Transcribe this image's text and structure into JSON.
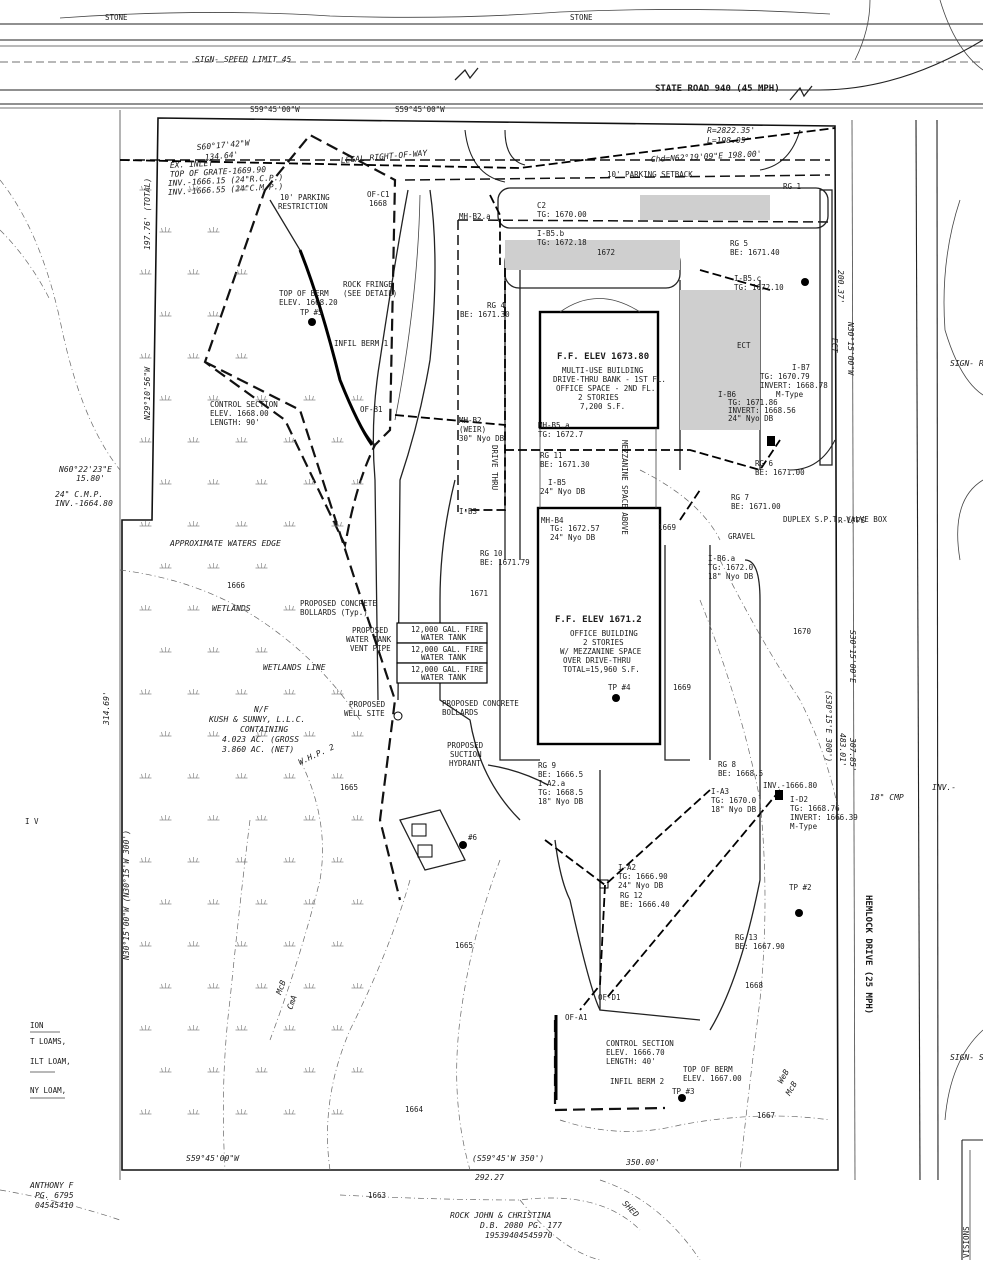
{
  "roads": {
    "state_road": "STATE ROAD 940 (45 MPH)",
    "hemlock": "HEMLOCK DRIVE (25 MPH)",
    "stone_left": "STONE",
    "stone_right": "STONE",
    "sign_speed": "SIGN- SPEED LIMIT 45",
    "sign_right_top": "SIGN- ROAD PARK",
    "sign_right_bottom": "SIGN- SPEEL"
  },
  "frontage": {
    "bearing_top": "S59°45'00\"W",
    "curve_r": "R=2822.35'",
    "curve_l": "L=198.05'",
    "chord": "Chd=N62°19'09\"E 198.00'",
    "setback": "10' PARKING SETBACK",
    "row": "LEGAL RIGHT-OF-WAY",
    "dist_134": "134.64'",
    "bearing_s60": "S60°17'42\"W",
    "ex_inlet": "EX. INLET",
    "top_grate": "TOP OF GRATE-1669.90",
    "inv1": "INV.-1666.15 (24\"R.C.P.)",
    "inv2": "INV.-1666.55 (24\"C.M.P.)",
    "parking_restriction": "10' PARKING RESTRICTION"
  },
  "left_boundary": {
    "total": "197.76' (TOTAL)",
    "n29": "N29°10'56\"W",
    "n60": "N60°22'23\"E",
    "d1580": "15.80'",
    "cmp": "24\" C.M.P.",
    "inv_cmp": "INV.-1664.80",
    "d314": "314.69'",
    "n30": "N30°15'00\"W (N30°15'W 300')",
    "water_edge": "APPROXIMATE WATERS EDGE",
    "wetlands": "WETLANDS",
    "wetlands_line": "WETLANDS LINE"
  },
  "berms": {
    "top1": "TOP OF BERM",
    "top1_elev": "ELEV. 1668.20",
    "tp5": "TP #5",
    "berm1": "INFIL BERM 1",
    "rock_fringe": "ROCK FRINGE",
    "see_detail": "(SEE DETAIL)",
    "cs1": "CONTROL SECTION",
    "cs1_elev": "ELEV. 1668.00",
    "cs1_len": "LENGTH: 90'",
    "cs2": "CONTROL SECTION",
    "cs2_elev": "ELEV. 1666.70",
    "cs2_len": "LENGTH: 40'",
    "berm2": "INFIL BERM 2",
    "top2": "TOP OF BERM",
    "top2_elev": "ELEV. 1667.00",
    "tp3": "TP #3",
    "tp2": "TP #2",
    "tp4": "TP #4",
    "tp6": "#6",
    "of_c1": "OF-C1",
    "of_d1": "OF-D1",
    "of_a1": "OF-A1",
    "of_b1": "OF-B1"
  },
  "building1": {
    "ffe": "F.F. ELEV 1673.80",
    "l1": "MULTI-USE BUILDING",
    "l2": "DRIVE-THRU BANK - 1ST FL.",
    "l3": "OFFICE SPACE - 2ND FL.",
    "l4": "2 STORIES",
    "l5": "7,200 S.F."
  },
  "building2": {
    "ffe": "F.F. ELEV 1671.2",
    "l1": "OFFICE BUILDING",
    "l2": "2 STORIES",
    "l3": "W/ MEZZANINE SPACE",
    "l4": "OVER DRIVE-THRU",
    "l5": "TOTAL=15,960 S.F."
  },
  "tanks": {
    "t1a": "12,000 GAL. FIRE",
    "t1b": "WATER TANK",
    "t2a": "12,000 GAL. FIRE",
    "t2b": "WATER TANK",
    "t3a": "12,000 GAL. FIRE",
    "t3b": "WATER TANK",
    "bollards1": "PROPOSED CONCRETE BOLLARDS (Typ.)",
    "vent1": "PROPOSED",
    "vent2": "WATER TANK",
    "vent3": "VENT PIPE",
    "bollards2": "PROPOSED CONCRETE BOLLARDS",
    "well1": "PROPOSED",
    "well2": "WELL SITE",
    "hydrant1": "PROPOSED",
    "hydrant2": "SUCTION",
    "hydrant3": "HYDRANT"
  },
  "owner": {
    "nf": "N/F",
    "name": "KUSH & SUNNY, L.L.C.",
    "containing": "CONTAINING",
    "gross": "4.023 AC. (GROSS",
    "net": "3.860 AC. (NET)",
    "whp": "W.H.P. 2"
  },
  "structures": {
    "c2": "C2",
    "c2tg": "TG: 1670.00",
    "mhb2a": "MH-B2.a",
    "b5b": "I-B5.b",
    "b5btg": "TG: 1672.18",
    "rg4": "RG 4",
    "rg4be": "BE: 1671.30",
    "rg5": "RG 5",
    "rg5be": "BE: 1671.40",
    "b5c": "I-B5.c",
    "b5ctg": "TG: 1672.10",
    "rg1": "RG 1",
    "ect": "ECT",
    "b7": "I-B7",
    "b7tg": "TG: 1670.79",
    "b7inv": "INVERT: 1668.78",
    "b7type": "M-Type",
    "b6": "I-B6",
    "b6tg": "TG: 1671.86",
    "b6inv": "INVERT: 1668.56",
    "b6db": "24\" Nyo DB",
    "mhb2": "MH-B2",
    "weir": "(WEIR)",
    "weirdb": "30\" Nyo DB",
    "mhb5a": "MH-B5.a",
    "mhb5atg": "TG: 1672.7",
    "rg11": "RG 11",
    "rg11be": "BE: 1671.30",
    "ib5": "I-B5",
    "ib5db": "24\" Nyo DB",
    "rg7": "RG 7",
    "rg7be": "BE: 1671.00",
    "rg6": "RG 6",
    "rg6be": "BE: 1671.00",
    "b3": "I-B3",
    "mhb4": "MH-B4",
    "mhb4tg": "TG: 1672.57",
    "mhb4db": "24\" Nyo DB",
    "rg10": "RG 10",
    "rg10be": "BE: 1671.79",
    "b6a": "I-B6.a",
    "b6atg": "TG: 1672.0",
    "b6adb": "18\" Nyo DB",
    "duplex": "DUPLEX S.P.T. VALVE BOX",
    "gravel": "GRAVEL",
    "rg9": "RG 9",
    "rg9be": "BE: 1666.5",
    "a2a": "I-A2.a",
    "a2atg": "TG: 1668.5",
    "a2adb": "18\" Nyo DB",
    "rg8": "RG 8",
    "rg8be": "BE: 1668.5",
    "a3": "I-A3",
    "a3tg": "TG: 1670.0",
    "a3db": "18\" Nyo DB",
    "d2inv": "INV.-1666.80",
    "d2": "I-D2",
    "d2tg": "TG: 1668.76",
    "d2inv2": "INVERT: 1666.39",
    "d2type": "M-Type",
    "a2": "I-A2",
    "a2tg": "TG: 1666.90",
    "a2db": "24\" Nyo DB",
    "rg12": "RG 12",
    "rg12be": "BE: 1666.40",
    "rg13": "RG 13",
    "rg13be": "BE: 1667.90",
    "drive_thru": "DRIVE THRU",
    "mezz": "MEZZANINE SPACE ABOVE"
  },
  "bottom": {
    "s59": "S59°45'00\"W",
    "s59b": "(S59°45'W 350')",
    "d292": "292.27",
    "d350": "350.00'",
    "anthony": "ANTHONY F",
    "pg6795": "PG. 6795",
    "num1": "04545410",
    "rock": "ROCK JOHN & CHRISTINA",
    "db2080": "D.B. 2080 PG. 177",
    "num2": "19539404545970",
    "shed": "SHED",
    "revisions": "VISIONS"
  },
  "right_boundary": {
    "n30a": "N30°15'00\"W",
    "d200": "200.37'",
    "d307": "307.85'",
    "s30a": "S30°15'00\"E",
    "s30b": "(S30°15'E 300')",
    "d483": "483.01'",
    "cmp18": "18\" CMP",
    "inv_r": "INV.-",
    "ect2": "ECT",
    "rt_lp": "R-L/PS"
  },
  "soils": {
    "s1": "ION",
    "s2": "T LOAMS,",
    "s3": "ILT LOAM,",
    "s4": "NY LOAM,",
    "s5": "I V"
  },
  "misc": {
    "mcb1": "McB",
    "cma": "CmA",
    "web": "WeB",
    "mcb2": "McB"
  },
  "contours": {
    "c1671": "1671",
    "c1669": "1669",
    "c1668": "1668",
    "c1666": "1666",
    "c1665": "1665",
    "c1664": "1664",
    "c1663": "1663",
    "c1667": "1667",
    "c1670": "1670",
    "c1672": "1672",
    "c1669b": "1669"
  }
}
